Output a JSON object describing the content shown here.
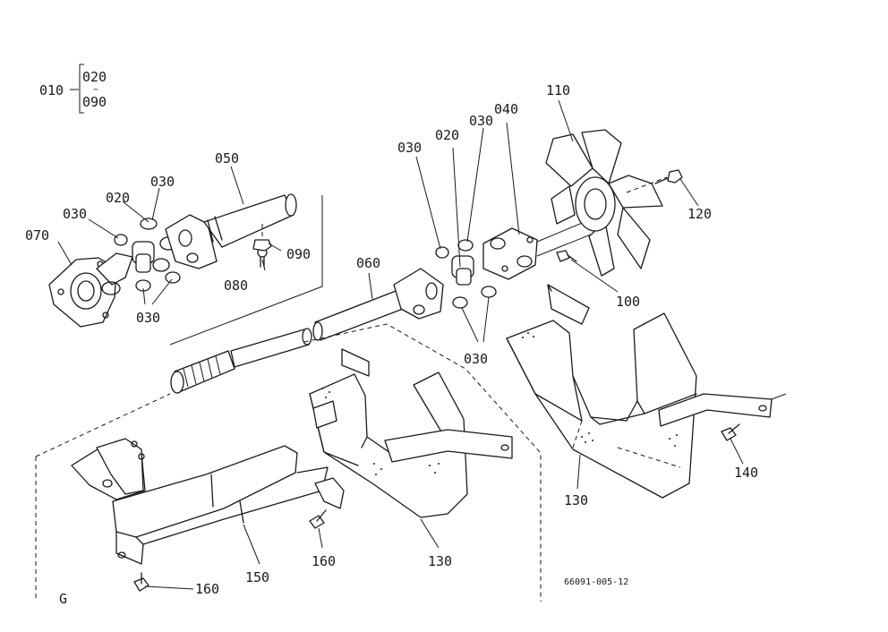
{
  "assembly": {
    "parent": "010",
    "child_top": "020",
    "child_bottom": "090"
  },
  "labels": {
    "p020_left": "020",
    "p030_left_a": "030",
    "p030_left_b": "030",
    "p030_left_c": "030",
    "p050": "050",
    "p070": "070",
    "p080": "080",
    "p090": "090",
    "p060": "060",
    "p030_right_a": "030",
    "p020_right": "020",
    "p030_right_b": "030",
    "p040": "040",
    "p110": "110",
    "p120": "120",
    "p100": "100",
    "p030_right_c": "030",
    "p130_right": "130",
    "p140": "140",
    "p130_left": "130",
    "p160_mid": "160",
    "p150": "150",
    "p160_bottom": "160"
  },
  "corner_letter": "G",
  "drawing_code": "66091-005-12"
}
